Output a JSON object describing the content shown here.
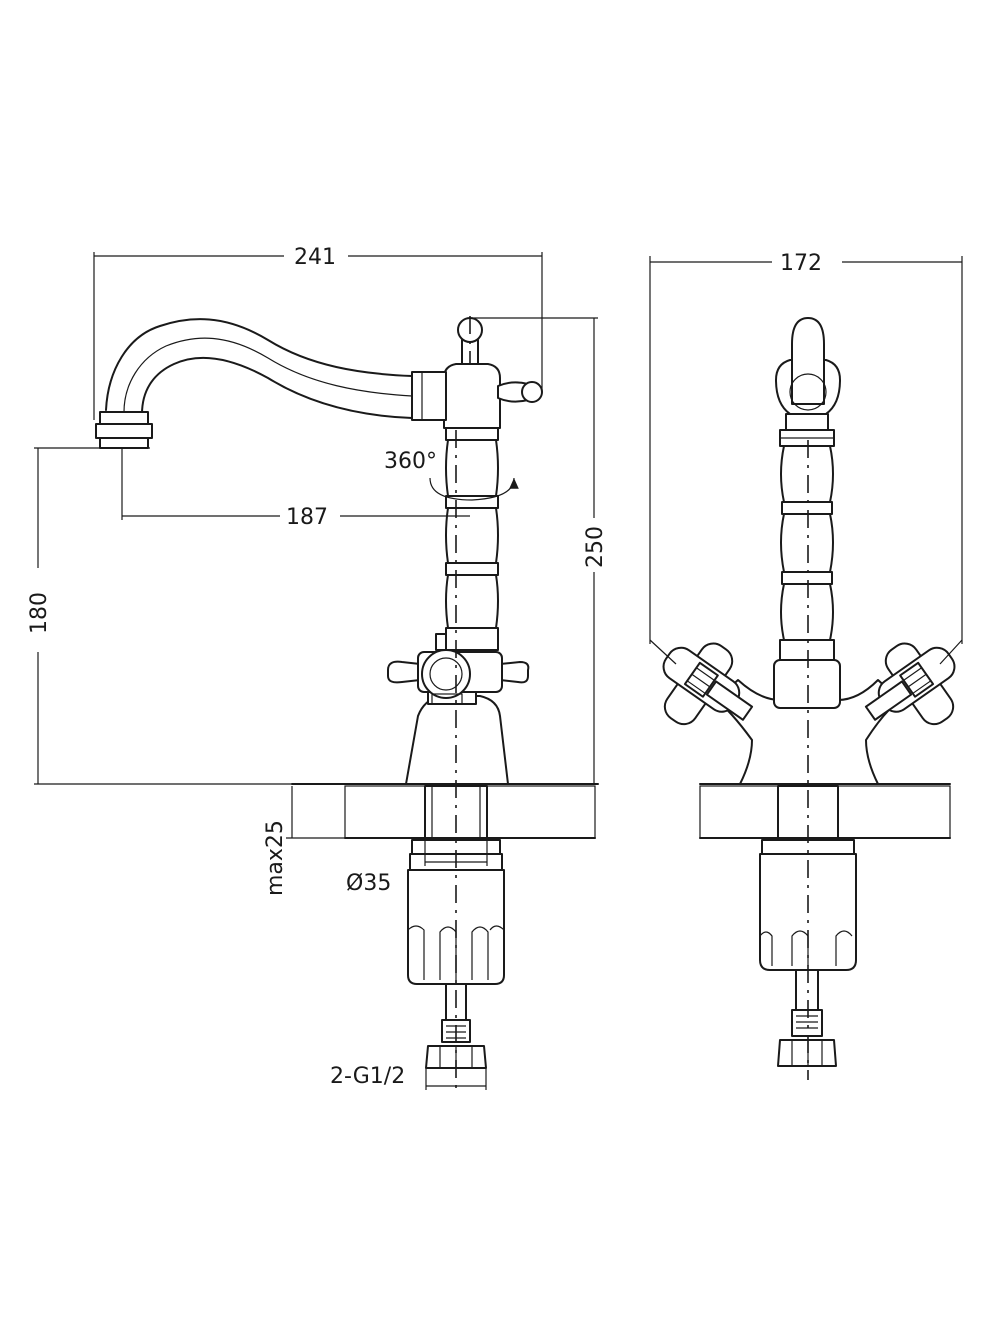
{
  "dimensions": {
    "width_spout": "241",
    "reach": "187",
    "rotation": "360°",
    "height_total": "250",
    "height_spout": "180",
    "mount_thickness": "max25",
    "hole_diameter": "Ø35",
    "connection": "2-G1/2",
    "width_front": "172"
  },
  "colors": {
    "line": "#1a1a1a",
    "background": "#ffffff"
  }
}
